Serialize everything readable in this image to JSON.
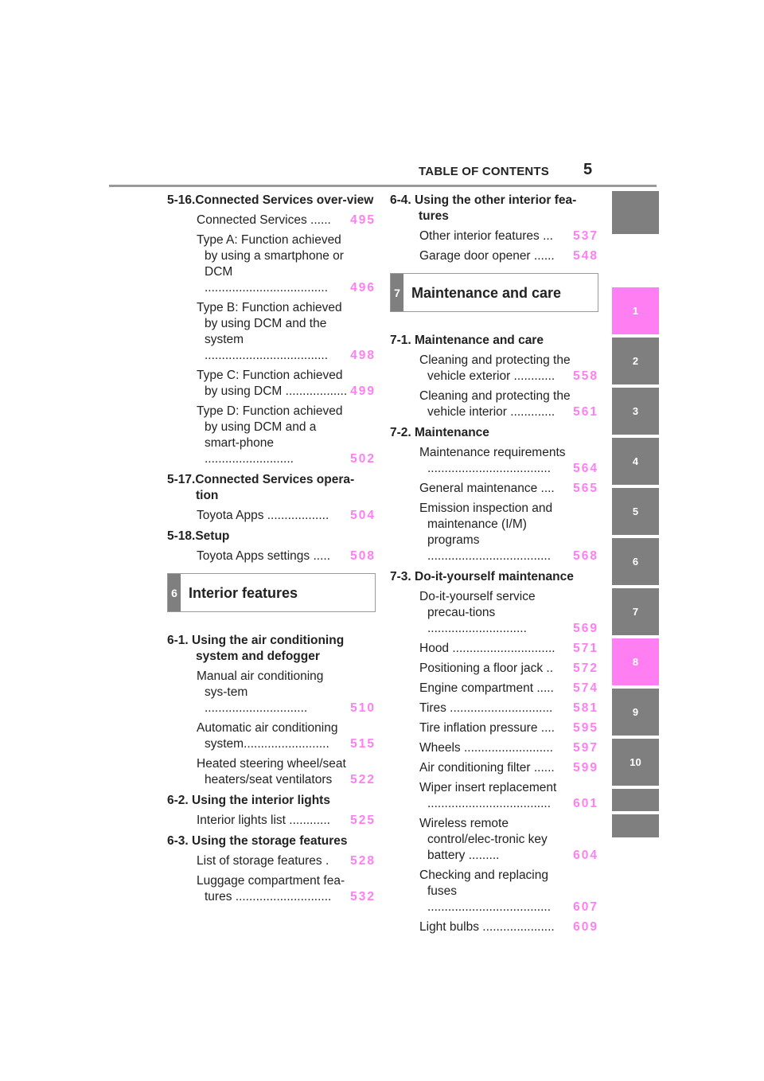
{
  "header": {
    "title": "TABLE OF CONTENTS",
    "page_number": "5"
  },
  "side_tabs": [
    {
      "label": ""
    },
    {
      "label": "1",
      "active": true
    },
    {
      "label": "2"
    },
    {
      "label": "3"
    },
    {
      "label": "4"
    },
    {
      "label": "5"
    },
    {
      "label": "6"
    },
    {
      "label": "7"
    },
    {
      "label": "8",
      "active": true
    },
    {
      "label": "9"
    },
    {
      "label": "10"
    },
    {
      "label": ""
    },
    {
      "label": ""
    }
  ],
  "colors": {
    "accent": "#ff7ff2",
    "tab_gray": "#7f7f7f",
    "rule": "#9a9a9a"
  },
  "left": {
    "s1": {
      "heading": "5-16.Connected Services over-view",
      "e": [
        {
          "t": "Connected Services ......",
          "p": "495"
        },
        {
          "t": "Type A: Function achieved by using a smartphone or DCM ....................................",
          "p": "496"
        },
        {
          "t": "Type B: Function achieved by using DCM and the system ....................................",
          "p": "498"
        },
        {
          "t": "Type C: Function achieved by using DCM ..................",
          "p": "499"
        },
        {
          "t": "Type D: Function achieved by using DCM and a smart-phone ..........................",
          "p": "502"
        }
      ]
    },
    "s2": {
      "heading": "5-17.Connected Services opera-tion",
      "e": [
        {
          "t": "Toyota Apps ..................",
          "p": "504"
        }
      ]
    },
    "s3": {
      "heading": "5-18.Setup",
      "e": [
        {
          "t": "Toyota Apps settings .....",
          "p": "508"
        }
      ]
    },
    "chapter": {
      "num": "6",
      "title": "Interior features"
    },
    "s4": {
      "heading": "6-1.  Using the air conditioning system and defogger",
      "e": [
        {
          "t": "Manual air conditioning sys-tem ..............................",
          "p": "510"
        },
        {
          "t": "Automatic air conditioning system.........................",
          "p": "515"
        },
        {
          "t": "Heated steering wheel/seat heaters/seat ventilators",
          "p": "522"
        }
      ]
    },
    "s5": {
      "heading": "6-2.  Using the interior lights",
      "e": [
        {
          "t": "Interior lights list ............",
          "p": "525"
        }
      ]
    },
    "s6": {
      "heading": "6-3.  Using the storage features",
      "e": [
        {
          "t": "List of storage features .",
          "p": "528"
        },
        {
          "t": "Luggage compartment fea-tures ............................",
          "p": "532"
        }
      ]
    }
  },
  "right": {
    "s1": {
      "heading": "6-4.  Using the other interior fea-tures",
      "e": [
        {
          "t": "Other interior features ...",
          "p": "537"
        },
        {
          "t": "Garage door opener ......",
          "p": "548"
        }
      ]
    },
    "chapter": {
      "num": "7",
      "title": "Maintenance and care"
    },
    "s2": {
      "heading": "7-1.  Maintenance and care",
      "e": [
        {
          "t": "Cleaning and protecting the vehicle exterior ............",
          "p": "558"
        },
        {
          "t": "Cleaning and protecting the vehicle interior .............",
          "p": "561"
        }
      ]
    },
    "s3": {
      "heading": "7-2.  Maintenance",
      "e": [
        {
          "t": "Maintenance requirements ....................................",
          "p": "564"
        },
        {
          "t": "General maintenance ....",
          "p": "565"
        },
        {
          "t": "Emission inspection and maintenance (I/M) programs ....................................",
          "p": "568"
        }
      ]
    },
    "s4": {
      "heading": "7-3.  Do-it-yourself maintenance",
      "e": [
        {
          "t": "Do-it-yourself service precau-tions .............................",
          "p": "569"
        },
        {
          "t": "Hood ..............................",
          "p": "571"
        },
        {
          "t": "Positioning a floor jack ..",
          "p": "572"
        },
        {
          "t": "Engine compartment .....",
          "p": "574"
        },
        {
          "t": "Tires ..............................",
          "p": "581"
        },
        {
          "t": "Tire inflation pressure ....",
          "p": "595"
        },
        {
          "t": "Wheels ..........................",
          "p": "597"
        },
        {
          "t": "Air conditioning filter ......",
          "p": "599"
        },
        {
          "t": "Wiper insert replacement ....................................",
          "p": "601"
        },
        {
          "t": "Wireless remote control/elec-tronic key battery .........",
          "p": "604"
        },
        {
          "t": "Checking and replacing fuses ....................................",
          "p": "607"
        },
        {
          "t": "Light bulbs .....................",
          "p": "609"
        }
      ]
    }
  }
}
